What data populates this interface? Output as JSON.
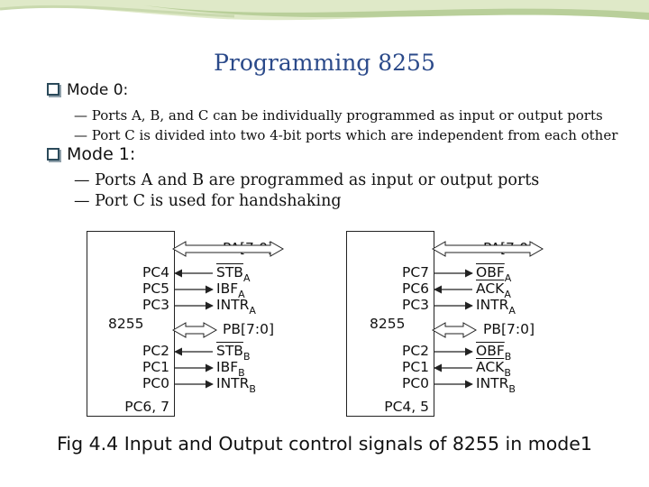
{
  "slide": {
    "title": "Programming 8255",
    "mode0": {
      "heading": "Mode 0:",
      "points": [
        "— Ports A, B, and C can be individually programmed as input or output ports",
        "— Port C is divided into two 4-bit ports which are independent from each other"
      ]
    },
    "mode1": {
      "heading": "Mode 1:",
      "points": [
        "— Ports A and B are programmed as input or output ports",
        "— Port C is used for handshaking"
      ]
    },
    "left_diagram": {
      "chip_label": "8255",
      "portA": "PA[7:0]",
      "portB": "PB[7:0]",
      "pins_a": [
        "PC4",
        "PC5",
        "PC3"
      ],
      "pins_b": [
        "PC2",
        "PC1",
        "PC0"
      ],
      "pins_extra": "PC6, 7",
      "signals_a": [
        {
          "base": "STB",
          "sub": "A"
        },
        {
          "base": "IBF",
          "sub": "A"
        },
        {
          "base": "INTR",
          "sub": "A"
        }
      ],
      "signals_b": [
        {
          "base": "STB",
          "sub": "B"
        },
        {
          "base": "IBF",
          "sub": "B"
        },
        {
          "base": "INTR",
          "sub": "B"
        }
      ]
    },
    "right_diagram": {
      "chip_label": "8255",
      "portA": "PA[7:0]",
      "portB": "PB[7:0]",
      "pins_a": [
        "PC7",
        "PC6",
        "PC3"
      ],
      "pins_b": [
        "PC2",
        "PC1",
        "PC0"
      ],
      "pins_extra": "PC4, 5",
      "signals_a": [
        {
          "base": "OBF",
          "sub": "A"
        },
        {
          "base": "ACK",
          "sub": "A"
        },
        {
          "base": "INTR",
          "sub": "A"
        }
      ],
      "signals_b": [
        {
          "base": "OBF",
          "sub": "B"
        },
        {
          "base": "ACK",
          "sub": "B"
        },
        {
          "base": "INTR",
          "sub": "B"
        }
      ]
    },
    "caption": "Fig 4.4 Input and Output control signals of 8255 in mode1",
    "colors": {
      "title": "#2b4a8a",
      "swoosh_light": "#dfe9c8",
      "swoosh_dark": "#b9cf9a"
    }
  }
}
